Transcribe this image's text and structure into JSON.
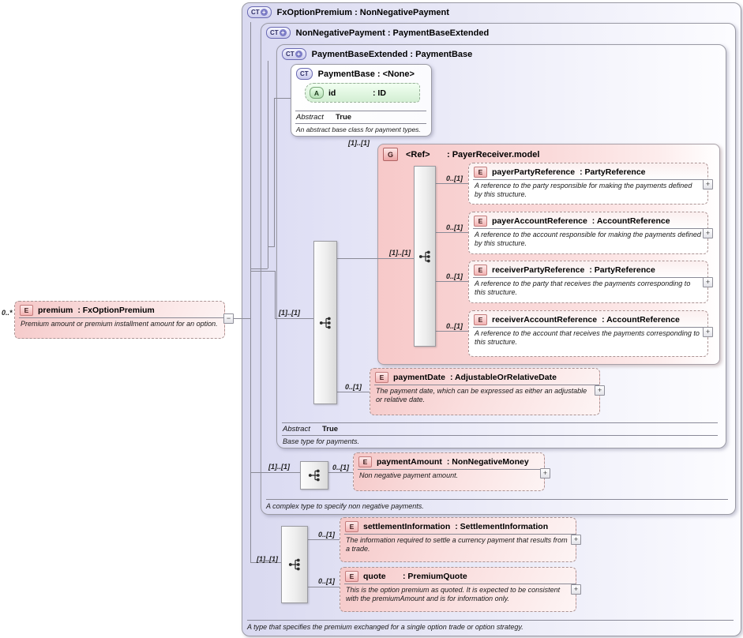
{
  "diagram": {
    "fx": {
      "title": "FxOptionPremium : NonNegativePayment",
      "doc": "A type that specifies the premium exchanged for a single option trade or option strategy.",
      "seq_card": "[1]..[1]"
    },
    "nnp": {
      "title": "NonNegativePayment : PaymentBaseExtended",
      "doc": "A complex type to specify non negative payments.",
      "seq_card": "[1]..[1]"
    },
    "pbe": {
      "title": "PaymentBaseExtended : PaymentBase",
      "abstract_label": "Abstract",
      "abstract_value": "True",
      "doc": "Base type for payments.",
      "seq_card": "[1]..[1]"
    },
    "pb": {
      "title": "PaymentBase : <None>",
      "attr": {
        "name": "id",
        "type": ": ID"
      },
      "abstract_label": "Abstract",
      "abstract_value": "True",
      "doc": "An abstract base class for payment types."
    },
    "group": {
      "name": "<Ref>",
      "type": ": PayerReceiver.model",
      "cardinality": "[1]..[1]",
      "seq_card": "[1]..[1]",
      "elements": [
        {
          "cardinality": "0..[1]",
          "name": "payerPartyReference",
          "type": ": PartyReference",
          "doc": "A reference to the party responsible for making the payments defined by this structure."
        },
        {
          "cardinality": "0..[1]",
          "name": "payerAccountReference",
          "type": ": AccountReference",
          "doc": "A reference to the account responsible for making the payments defined by this structure."
        },
        {
          "cardinality": "0..[1]",
          "name": "receiverPartyReference",
          "type": ": PartyReference",
          "doc": "A reference to the party that receives the payments corresponding to this structure."
        },
        {
          "cardinality": "0..[1]",
          "name": "receiverAccountReference",
          "type": ": AccountReference",
          "doc": "A reference to the account that receives the payments corresponding to this structure."
        }
      ]
    },
    "payment_date": {
      "cardinality": "0..[1]",
      "name": "paymentDate",
      "type": ": AdjustableOrRelativeDate",
      "doc": "The payment date, which can be expressed as either an adjustable or relative date."
    },
    "payment_amount": {
      "cardinality": "0..[1]",
      "name": "paymentAmount",
      "type": ": NonNegativeMoney",
      "doc": "Non negative payment amount."
    },
    "settlement": {
      "cardinality": "0..[1]",
      "name": "settlementInformation",
      "type": ": SettlementInformation",
      "doc": "The information required to settle a currency payment that results from a trade."
    },
    "quote": {
      "cardinality": "0..[1]",
      "name": "quote",
      "type": ": PremiumQuote",
      "doc": "This is the option premium as quoted. It is expected to be consistent with the premiumAmount and is for information only."
    },
    "premium": {
      "cardinality": "0..*",
      "name": "premium",
      "type": ": FxOptionPremium",
      "doc": "Premium amount or premium installment amount for an option."
    },
    "icons": {
      "ct": "CT",
      "plus": "+",
      "minus": "−",
      "attr": "A",
      "elem": "E",
      "group": "G"
    },
    "colors": {
      "lavender_bg": "#d9d9f0",
      "pink_group": "#f7c9c9",
      "pink_element": "#f5c8c8",
      "green_attr": "#d2eed2",
      "ct_border": "#6a6ab2",
      "e_border": "#c47c7c"
    }
  }
}
